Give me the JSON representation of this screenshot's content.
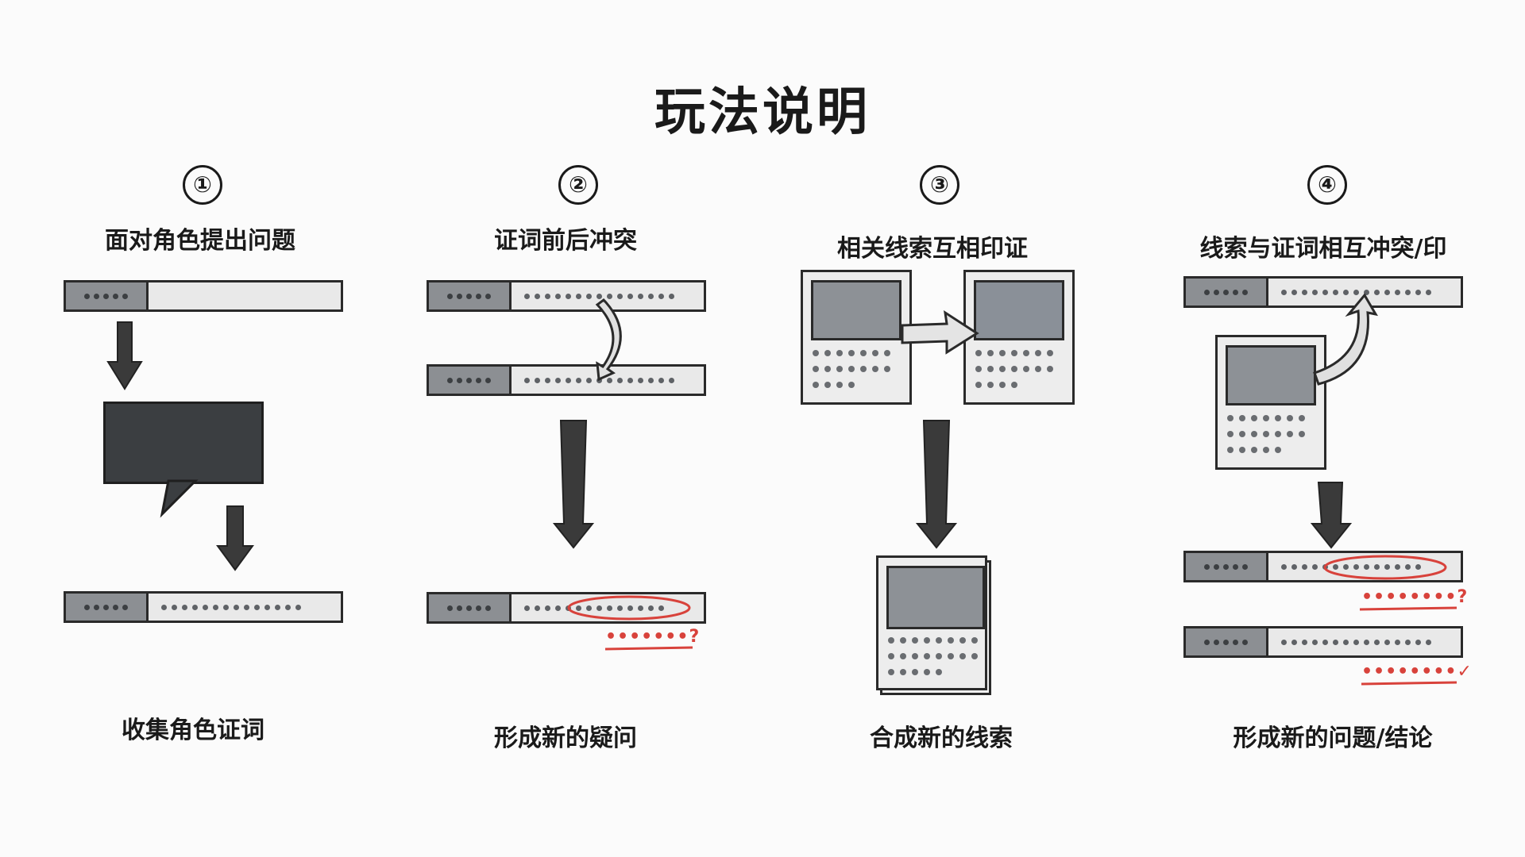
{
  "title": "玩法说明",
  "steps": [
    {
      "number": "①",
      "heading": "面对角色提出问题",
      "footer": "收集角色证词"
    },
    {
      "number": "②",
      "heading": "证词前后冲突",
      "footer": "形成新的疑问"
    },
    {
      "number": "③",
      "heading": "相关线索互相印证",
      "footer": "合成新的线索"
    },
    {
      "number": "④",
      "heading": "线索与证词相互冲突/印",
      "footer": "形成新的问题/结论"
    }
  ],
  "marks": {
    "question": "?",
    "check": "✓"
  },
  "colors": {
    "accent_red": "#d8423b",
    "bar_dark": "#8c8f93",
    "arrow": "#3a3a3a"
  }
}
